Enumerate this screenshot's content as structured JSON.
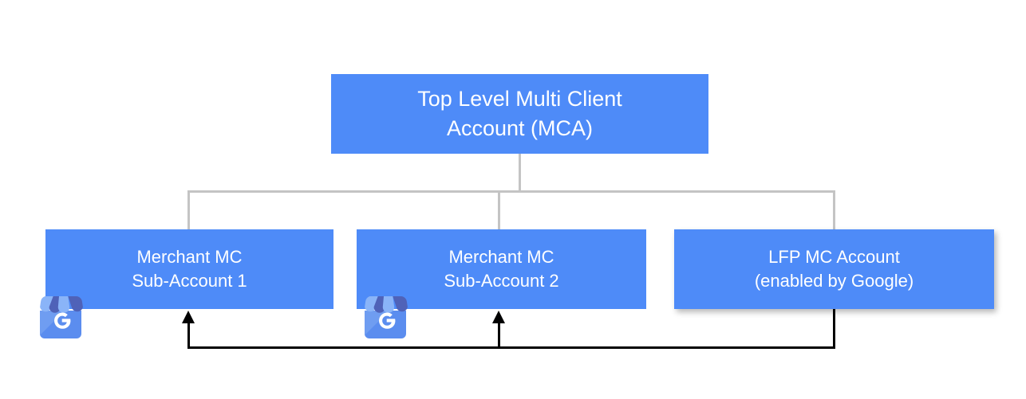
{
  "diagram": {
    "title_visible": false,
    "background_color": "#ffffff",
    "node_fill_color": "#4e8bf8",
    "node_text_color": "#ffffff",
    "tree_connector_color": "#c4c4c4",
    "feedback_connector_color": "#000000",
    "nodes": {
      "top": {
        "line1": "Top Level Multi Client",
        "line2": "Account (MCA)"
      },
      "sub1": {
        "line1": "Merchant MC",
        "line2": "Sub-Account 1"
      },
      "sub2": {
        "line1": "Merchant MC",
        "line2": "Sub-Account 2"
      },
      "lfp": {
        "line1": "LFP MC Account",
        "line2": "(enabled by Google)"
      }
    },
    "icons": {
      "gbp_1": "google-business-profile-storefront-icon",
      "gbp_2": "google-business-profile-storefront-icon",
      "gbp_letter": "G",
      "gbp_awning_light": "#8ab4f8",
      "gbp_awning_dark": "#4f62b8",
      "gbp_body": "#5b8def"
    },
    "connectors": {
      "top_to_bus": "vertical-grey-line",
      "bus": "horizontal-grey-line",
      "bus_to_sub1": "vertical-grey-line",
      "bus_to_sub2": "vertical-grey-line",
      "bus_to_lfp": "vertical-grey-line",
      "lfp_feedback_to_sub1": "black-arrow-up",
      "lfp_feedback_to_sub2": "black-arrow-up"
    }
  }
}
